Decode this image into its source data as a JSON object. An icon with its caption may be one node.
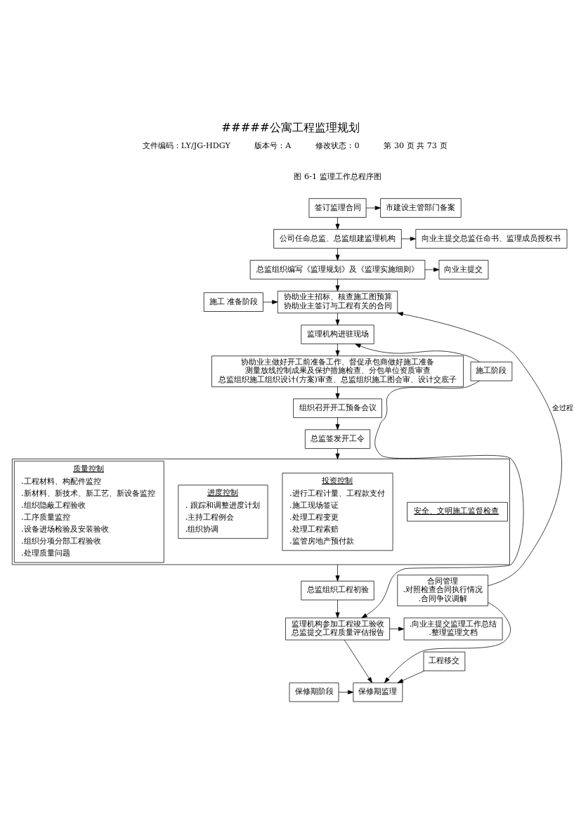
{
  "diagram": {
    "title": "#####公寓工程监理规划",
    "caption": "图 6-1 监理工作总程序图",
    "nodes": [
      {
        "text": [
          "签订监理合同"
        ]
      },
      {
        "text": [
          "市建设主管部门备案"
        ]
      },
      {
        "text": [
          "公司任命总监、总监组建监理机构"
        ]
      },
      {
        "text": [
          "向业主提交总监任命书、监理成员授权书"
        ]
      },
      {
        "text": [
          "总监组织编写《监理规划》及《监理实施细则》"
        ]
      },
      {
        "text": [
          "向业主提交"
        ]
      },
      {
        "text": [
          "施工 准备阶段"
        ]
      },
      {
        "text": [
          "协助业主招标、核查施工图预算",
          "协助业主签订与工程有关的合同"
        ]
      },
      {
        "text": [
          "监理机构进驻现场"
        ]
      },
      {
        "text": [
          "施工阶段"
        ]
      },
      {
        "text": [
          "协助业主做好开工前准备工作、督促承包商做好施工准备",
          "测量放线控制成果及保护措施检查、分包单位资质审查",
          "总监组织施工组织设计(方案)审查、总监组织施工图会审、设计交底子"
        ]
      },
      {
        "text": [
          "组织召开开工预备会议"
        ]
      },
      {
        "text": [
          "总监签发开工令"
        ]
      },
      {
        "text": [],
        "shape": "box"
      },
      {
        "text": [
          "质量控制",
          ".工程材料、构配件监控",
          ".新材料、新技术、新工艺、新设备监控",
          ".组织隐蔽工程验收",
          ".工序质量监控",
          ".设备进场检验及安装验收",
          ".组织分项分部工程验收",
          ".处理质量问题"
        ],
        "in": 13
      },
      {
        "text": [
          "进度控制",
          ". 跟踪和调整进度计划",
          ".主持工程例会",
          ".组织协调"
        ],
        "in": 13
      },
      {
        "text": [
          "投资控制",
          ".进行工程计量、工程款支付",
          ".施工现场签证",
          ".处理工程变更",
          ".处理工程索赔",
          ".监管房地产预付款"
        ],
        "in": 13
      },
      {
        "text": [
          "安全、文明施工监督检查"
        ],
        "in": 13
      },
      {
        "text": [
          "总监组织工程初验"
        ]
      },
      {
        "text": [
          "监理机构参加工程竣工验收",
          "总监提交工程质量评估报告"
        ]
      },
      {
        "text": [
          ".向业主提交监理工作总结",
          ".整理监理文档"
        ]
      },
      {
        "text": [
          "工程移交"
        ]
      },
      {
        "text": [
          "保修期阶段"
        ]
      },
      {
        "text": [
          "保修期监理"
        ]
      },
      {
        "text": [
          "合同管理",
          ".对照检查合同执行情况",
          ".合同争议调解"
        ]
      }
    ],
    "edges": [
      {
        "from": 0,
        "to": 1,
        "arrow": "to"
      },
      {
        "from": 0,
        "to": 2,
        "arrow": "to"
      },
      {
        "from": 2,
        "to": 3,
        "arrow": "to"
      },
      {
        "from": 2,
        "to": 4,
        "arrow": "to"
      },
      {
        "from": 4,
        "to": 5,
        "arrow": "to"
      },
      {
        "from": 4,
        "to": 7,
        "arrow": "to"
      },
      {
        "from": 6,
        "to": 7,
        "arrow": "to"
      },
      {
        "from": 7,
        "to": 8,
        "arrow": "to"
      },
      {
        "from": 9,
        "to": 8,
        "arrow": "to"
      },
      {
        "from": 8,
        "to": 10,
        "arrow": "to"
      },
      {
        "from": 10,
        "to": 11,
        "arrow": "to"
      },
      {
        "from": 11,
        "to": 12,
        "arrow": "to"
      },
      {
        "from": 12,
        "to": 13,
        "arrow": "to"
      },
      {
        "from": 13,
        "to": 18,
        "arrow": "to"
      },
      {
        "from": 18,
        "to": 19,
        "arrow": "to"
      },
      {
        "from": 9,
        "to": 19,
        "arrow": "to"
      },
      {
        "from": 19,
        "to": 20,
        "arrow": "to"
      },
      {
        "from": 19,
        "to": 23,
        "arrow": "to"
      },
      {
        "from": 21,
        "to": 23,
        "arrow": "to"
      },
      {
        "from": 22,
        "to": 23,
        "arrow": "to"
      },
      {
        "from": 24,
        "to": 7,
        "arrow": "to",
        "label": "全过程"
      },
      {
        "from": 24,
        "to": 23,
        "arrow": "to"
      }
    ],
    "labels": [
      "文件编码：LY/JG-HDGY",
      "版本号：A",
      "修改状态：0",
      "第 30 页 共 73 页"
    ]
  }
}
